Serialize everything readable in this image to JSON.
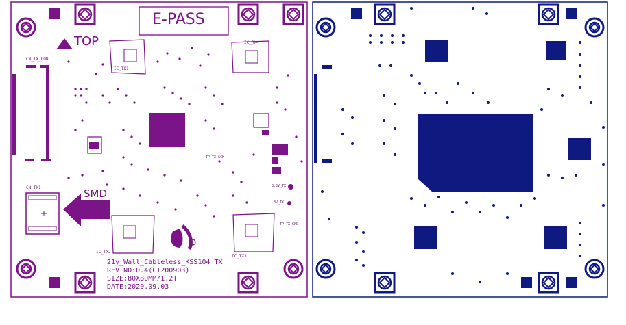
{
  "colors": {
    "purple_silkscreen": "#7a1487",
    "navy_layer": "#0f1a80",
    "background": "#ffffff"
  },
  "left_board": {
    "badge": "E-PASS",
    "top_marker": "TOP",
    "smd_marker": "SMD",
    "connectors": [
      "CN_TX_CON",
      "CN_TX1"
    ],
    "ic_labels": {
      "ic_tx1": "IC_TX1",
      "ic_rx4": "IC_RX4",
      "ic_tx2": "IC_TX2",
      "ic_tx3": "IC_TX3"
    },
    "test_points": {
      "tp_tx_sck": "TP_TX_SCK",
      "tp_tx_gnd": "TP_TX_GND",
      "l3v_tx": "3.3V_TX",
      "l3v_tx2": "L3V_TX"
    },
    "footer": {
      "line1": "21y_Wall_Cableless_KSS104 TX",
      "line2": "REV NO:0.4(CT200903)",
      "line3": "SIZE:80X80MM/1.2T",
      "line4": "DATE:2020.09.03"
    }
  },
  "right_board": {
    "description_icons": [
      "mounting-hole-icon",
      "main-chip-pad",
      "small-chip-pad"
    ]
  }
}
